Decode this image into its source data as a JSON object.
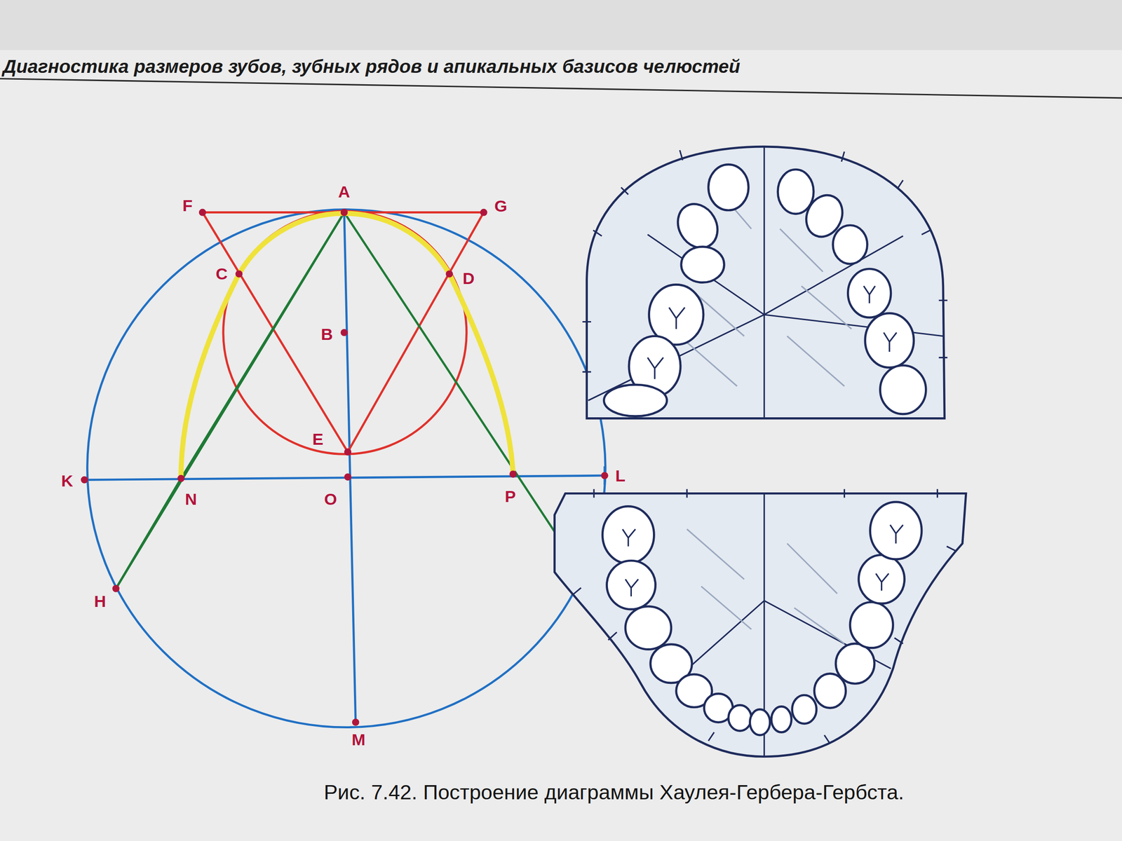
{
  "diagram": {
    "title": "Диагностика размеров зубов, зубных рядов и апикальных базисов челюстей",
    "caption": "Рис. 7.42. Построение диаграммы Хаулея-Гербера-Гербста.",
    "labels": [
      "F",
      "A",
      "G",
      "C",
      "D",
      "B",
      "E",
      "K",
      "N",
      "O",
      "P",
      "L",
      "H",
      "M"
    ]
  }
}
